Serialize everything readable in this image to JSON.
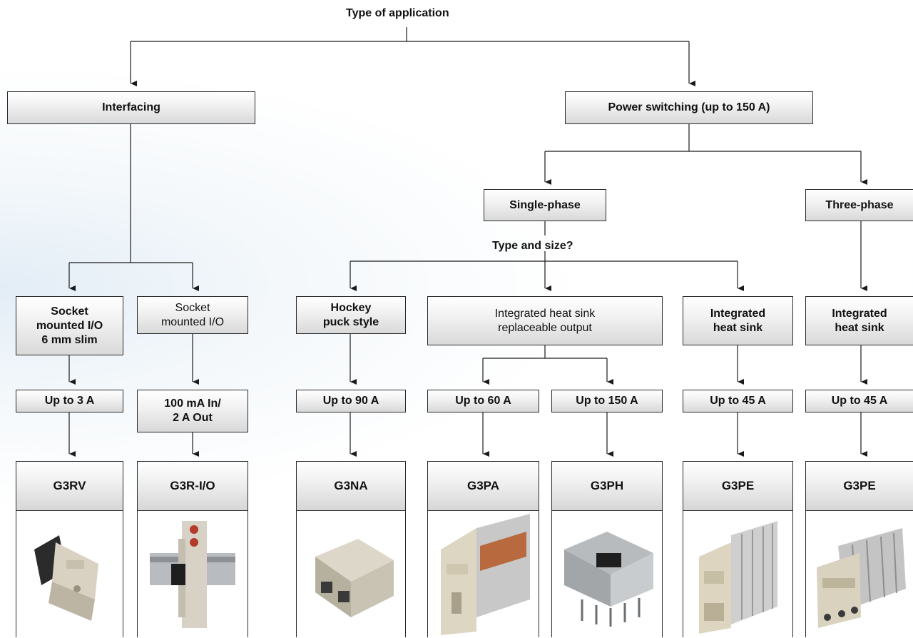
{
  "title": "Type of application",
  "branches": {
    "interfacing": "Interfacing",
    "power": "Power switching (up to 150 A)",
    "single_phase": "Single-phase",
    "three_phase": "Three-phase",
    "type_size": "Type and size?"
  },
  "categories": {
    "socket_slim": [
      "Socket",
      "mounted I/O",
      "6 mm slim"
    ],
    "socket_io": [
      "Socket",
      "mounted I/O"
    ],
    "hockey": [
      "Hockey",
      "puck style"
    ],
    "integrated_replaceable": [
      "Integrated heat sink",
      "replaceable output"
    ],
    "integrated_single": [
      "Integrated",
      "heat sink"
    ],
    "integrated_three": [
      "Integrated",
      "heat sink"
    ]
  },
  "ratings": {
    "g3rv": "Up to 3 A",
    "g3rio": [
      "100 mA In/",
      "2 A Out"
    ],
    "g3na": "Up to 90 A",
    "g3pa": "Up to 60 A",
    "g3ph": "Up to 150 A",
    "g3pe1": "Up to 45 A",
    "g3pe3": "Up to 45 A"
  },
  "products": {
    "g3rv": "G3RV",
    "g3rio": "G3R-I/O",
    "g3na": "G3NA",
    "g3pa": "G3PA",
    "g3ph": "G3PH",
    "g3pe1": "G3PE",
    "g3pe3": "G3PE"
  },
  "colors": {
    "line": "#1a1a1a",
    "box_border": "#2a2a2a"
  }
}
